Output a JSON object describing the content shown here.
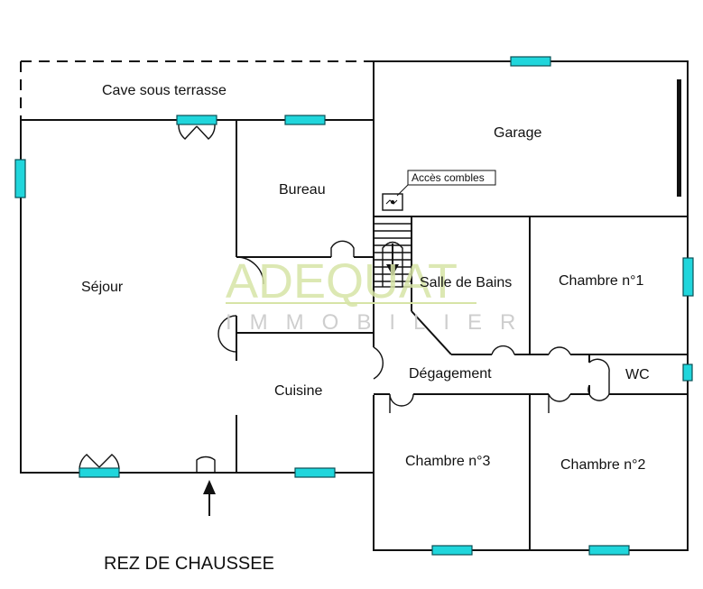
{
  "plan": {
    "title": "REZ DE CHAUSSEE",
    "rooms": {
      "cave": "Cave sous terrasse",
      "garage": "Garage",
      "bureau": "Bureau",
      "sejour": "Séjour",
      "salle_de_bains": "Salle de Bains",
      "chambre1": "Chambre n°1",
      "degagement": "Dégagement",
      "wc": "WC",
      "cuisine": "Cuisine",
      "chambre3": "Chambre n°3",
      "chambre2": "Chambre n°2"
    },
    "annotation": "Accès combles"
  },
  "watermark": {
    "brand": "ADEQUAT",
    "sub": "IMMOBILIER",
    "brand_color": "#d7e4a6"
  },
  "colors": {
    "window": "#20d6dc",
    "wall": "#111111"
  }
}
